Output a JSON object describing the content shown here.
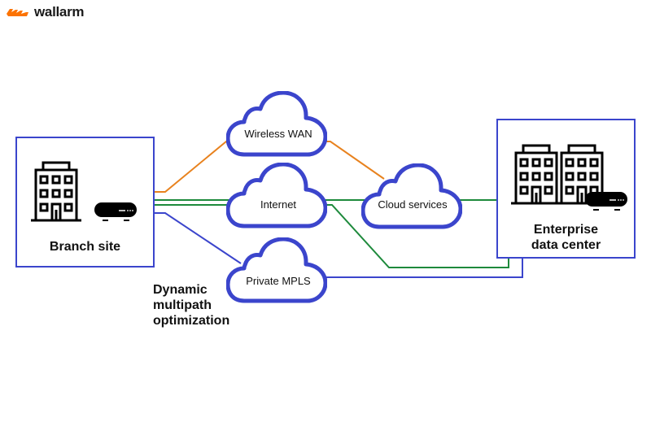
{
  "brand": {
    "name": "wallarm",
    "accent": "#fc7303"
  },
  "colors": {
    "box_border": "#3b45cc",
    "cloud_border": "#3b45cc",
    "wireless_path": "#e8821e",
    "internet_path": "#1e8a3c",
    "mpls_path": "#3b45cc"
  },
  "nodes": {
    "branch": {
      "label": "Branch site"
    },
    "enterprise": {
      "label_line1": "Enterprise",
      "label_line2": "data center"
    }
  },
  "clouds": {
    "wireless": "Wireless WAN",
    "internet": "Internet",
    "mpls": "Private MPLS",
    "cloud_services": "Cloud services"
  },
  "annotation": {
    "line1": "Dynamic",
    "line2": "multipath",
    "line3": "optimization"
  }
}
